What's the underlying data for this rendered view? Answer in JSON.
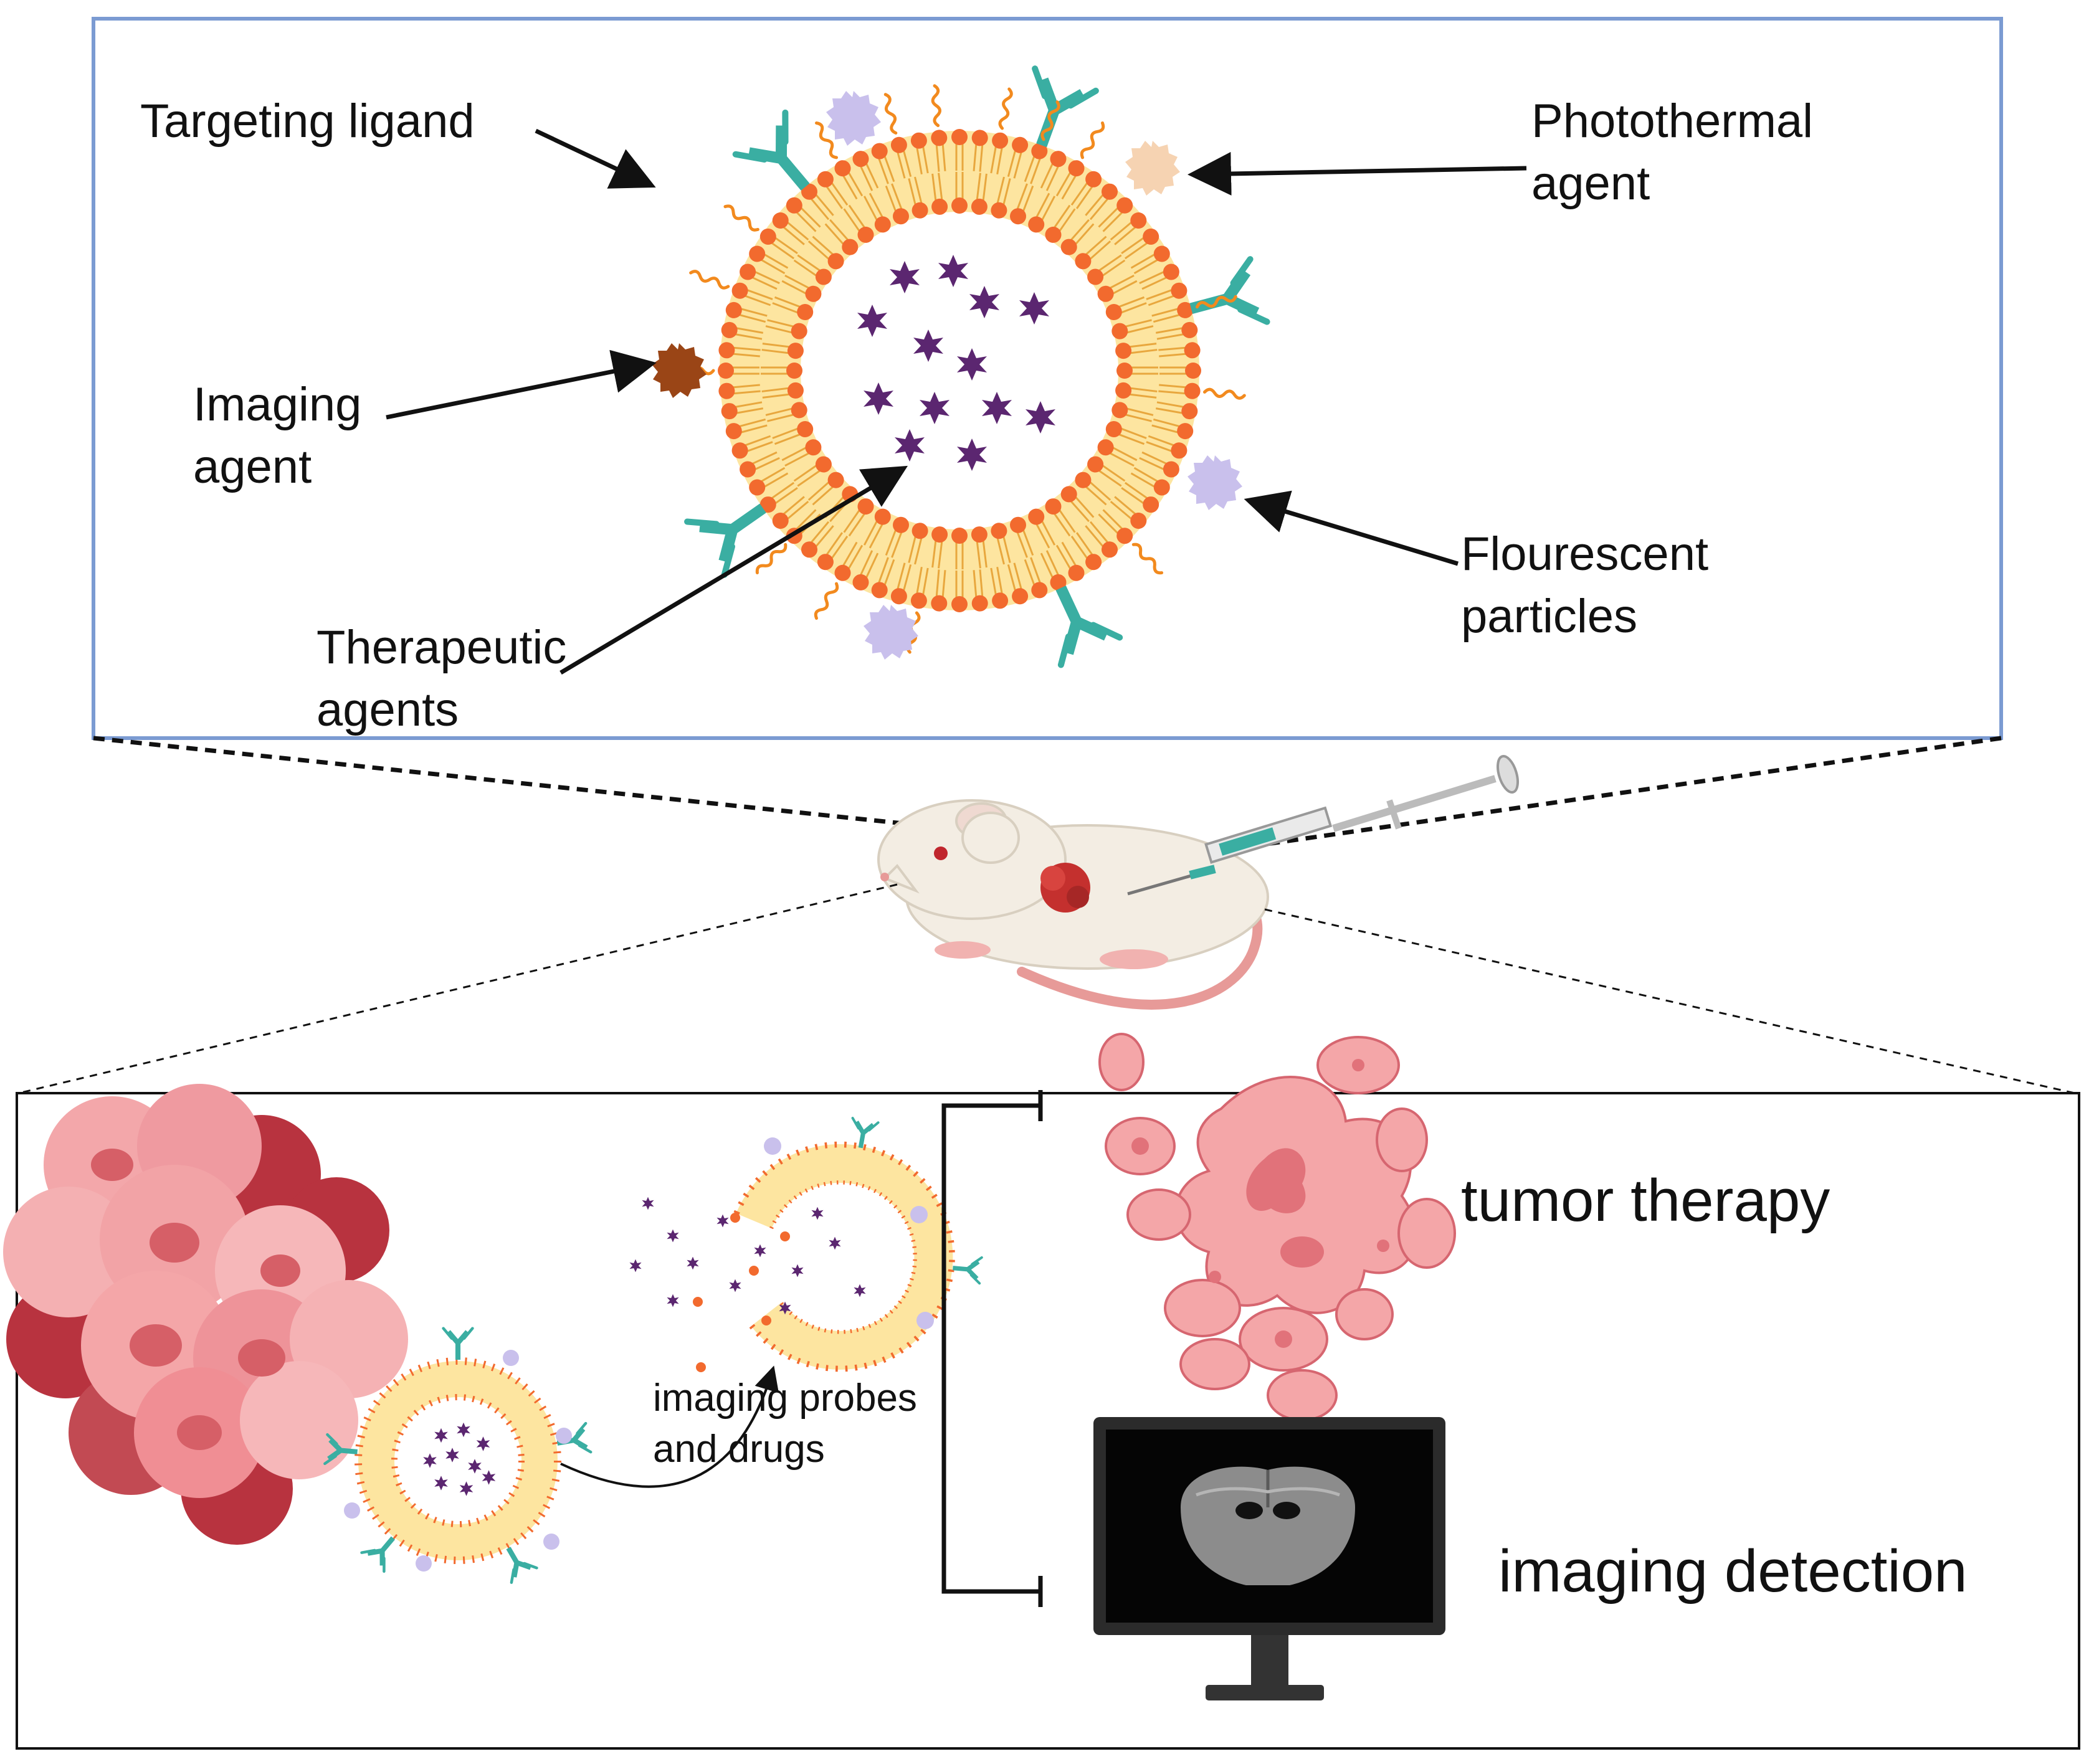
{
  "figure": {
    "labels": {
      "targeting_ligand": "Targeting ligand",
      "photothermal_agent": [
        "Photothermal",
        "agent"
      ],
      "imaging_agent": [
        "Imaging",
        "agent"
      ],
      "fluorescent_particles": [
        "Flourescent",
        "particles"
      ],
      "therapeutic_agents": [
        "Therapeutic",
        "agents"
      ],
      "release_caption": [
        "imaging probes",
        "and drugs"
      ],
      "tumor_therapy": "tumor therapy",
      "imaging_detection": "imaging detection"
    },
    "colors": {
      "inset_border": "#7b9bd2",
      "lipid_head": "#f26a2e",
      "lipid_tail": "#fbd37a",
      "bilayer_fill": "#fde5a0",
      "drug": "#5b2670",
      "antibody": "#3aaea2",
      "fluorescent": "#c9c0ec",
      "photothermal": "#f6d3b2",
      "imaging_agent": "#9a4516",
      "peg": "#f28a1e",
      "tumor_light": "#f4a6a8",
      "tumor_dark": "#b8333f",
      "mouse_body": "#f3ede3",
      "monitor": "#2b2b2b"
    },
    "icons": [
      "liposome-icon",
      "antibody-icon",
      "mouse-icon",
      "syringe-icon",
      "tumor-cell-cluster-icon",
      "monitor-icon",
      "brain-scan-icon"
    ]
  }
}
